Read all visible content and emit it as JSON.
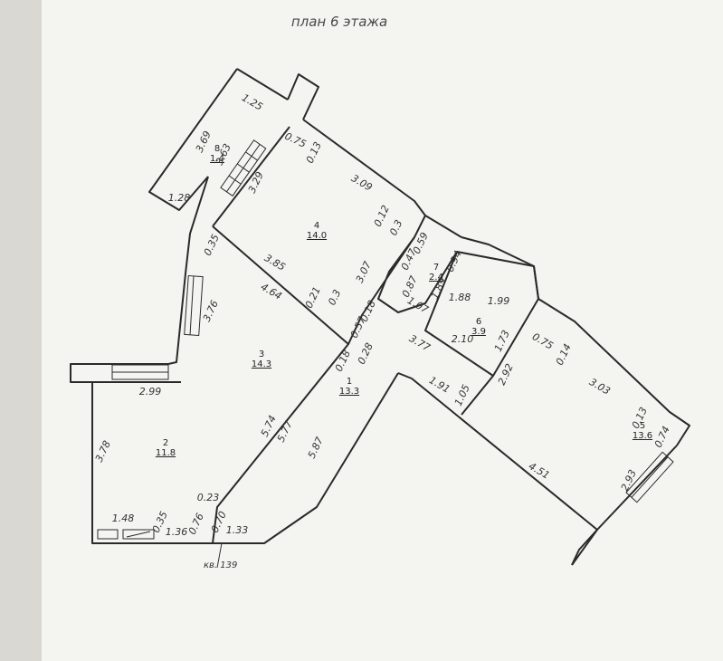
{
  "title": "план 6 этажа",
  "apartment_label": "кв. 139",
  "rooms": [
    {
      "id": "room-1",
      "number": "1",
      "area": "13.3"
    },
    {
      "id": "room-2",
      "number": "2",
      "area": "11.8"
    },
    {
      "id": "room-3",
      "number": "3",
      "area": "14.3"
    },
    {
      "id": "room-4",
      "number": "4",
      "area": "14.0"
    },
    {
      "id": "room-5",
      "number": "5",
      "area": "13.6"
    },
    {
      "id": "room-6",
      "number": "6",
      "area": "3.9"
    },
    {
      "id": "room-7",
      "number": "7",
      "area": "2.4"
    },
    {
      "id": "room-8",
      "number": "8",
      "area": "1.4"
    }
  ],
  "dimensions": [
    "1.25",
    "3.69",
    "3.63",
    "3.29",
    "1.28",
    "0.75",
    "0.13",
    "3.09",
    "0.12",
    "0.3",
    "0.59",
    "0.47",
    "0.94",
    "3.07",
    "0.87",
    "1.89",
    "1.88",
    "1.99",
    "0.35",
    "3.85",
    "4.64",
    "0.21",
    "0.3",
    "0.18",
    "0.57",
    "1.07",
    "3.77",
    "2.10",
    "1.73",
    "0.75",
    "0.14",
    "3.76",
    "0.18",
    "0.28",
    "2.92",
    "3.03",
    "2.99",
    "1.91",
    "1.05",
    "0.13",
    "0.74",
    "5.74",
    "5.77",
    "5.87",
    "4.51",
    "3.78",
    "2.93",
    "0.23",
    "1.48",
    "0.35",
    "1.36",
    "0.76",
    "0.70",
    "1.33"
  ]
}
